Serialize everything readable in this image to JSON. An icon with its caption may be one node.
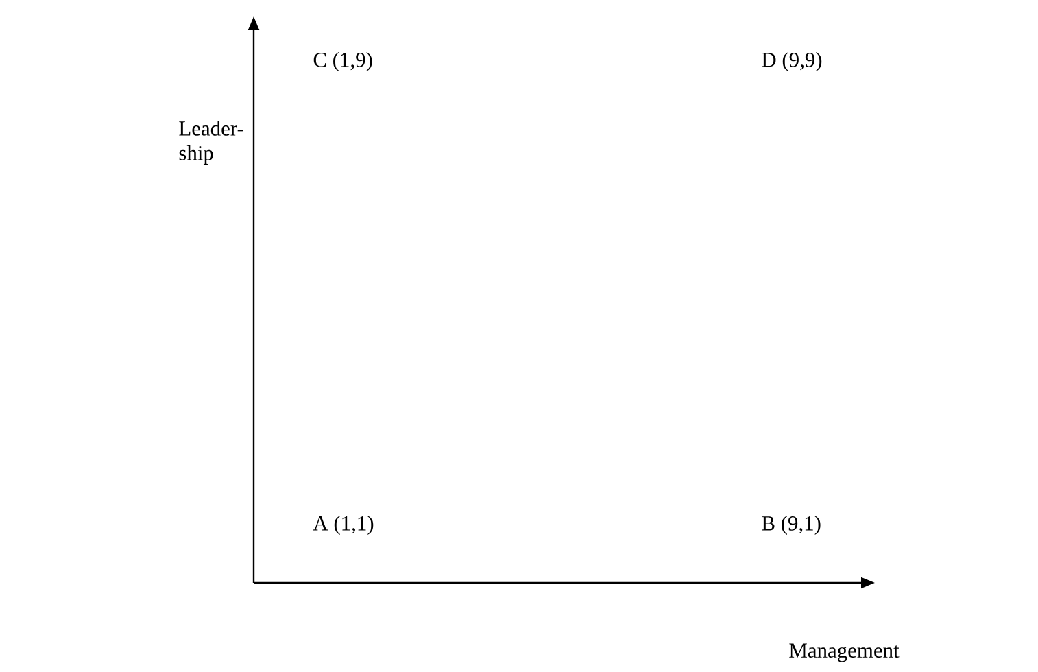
{
  "diagram": {
    "labels": [
      "Leader- ship",
      "C (1,9)",
      "D (9,9)",
      "A (1,1)",
      "B (9,1)",
      "Management"
    ]
  }
}
